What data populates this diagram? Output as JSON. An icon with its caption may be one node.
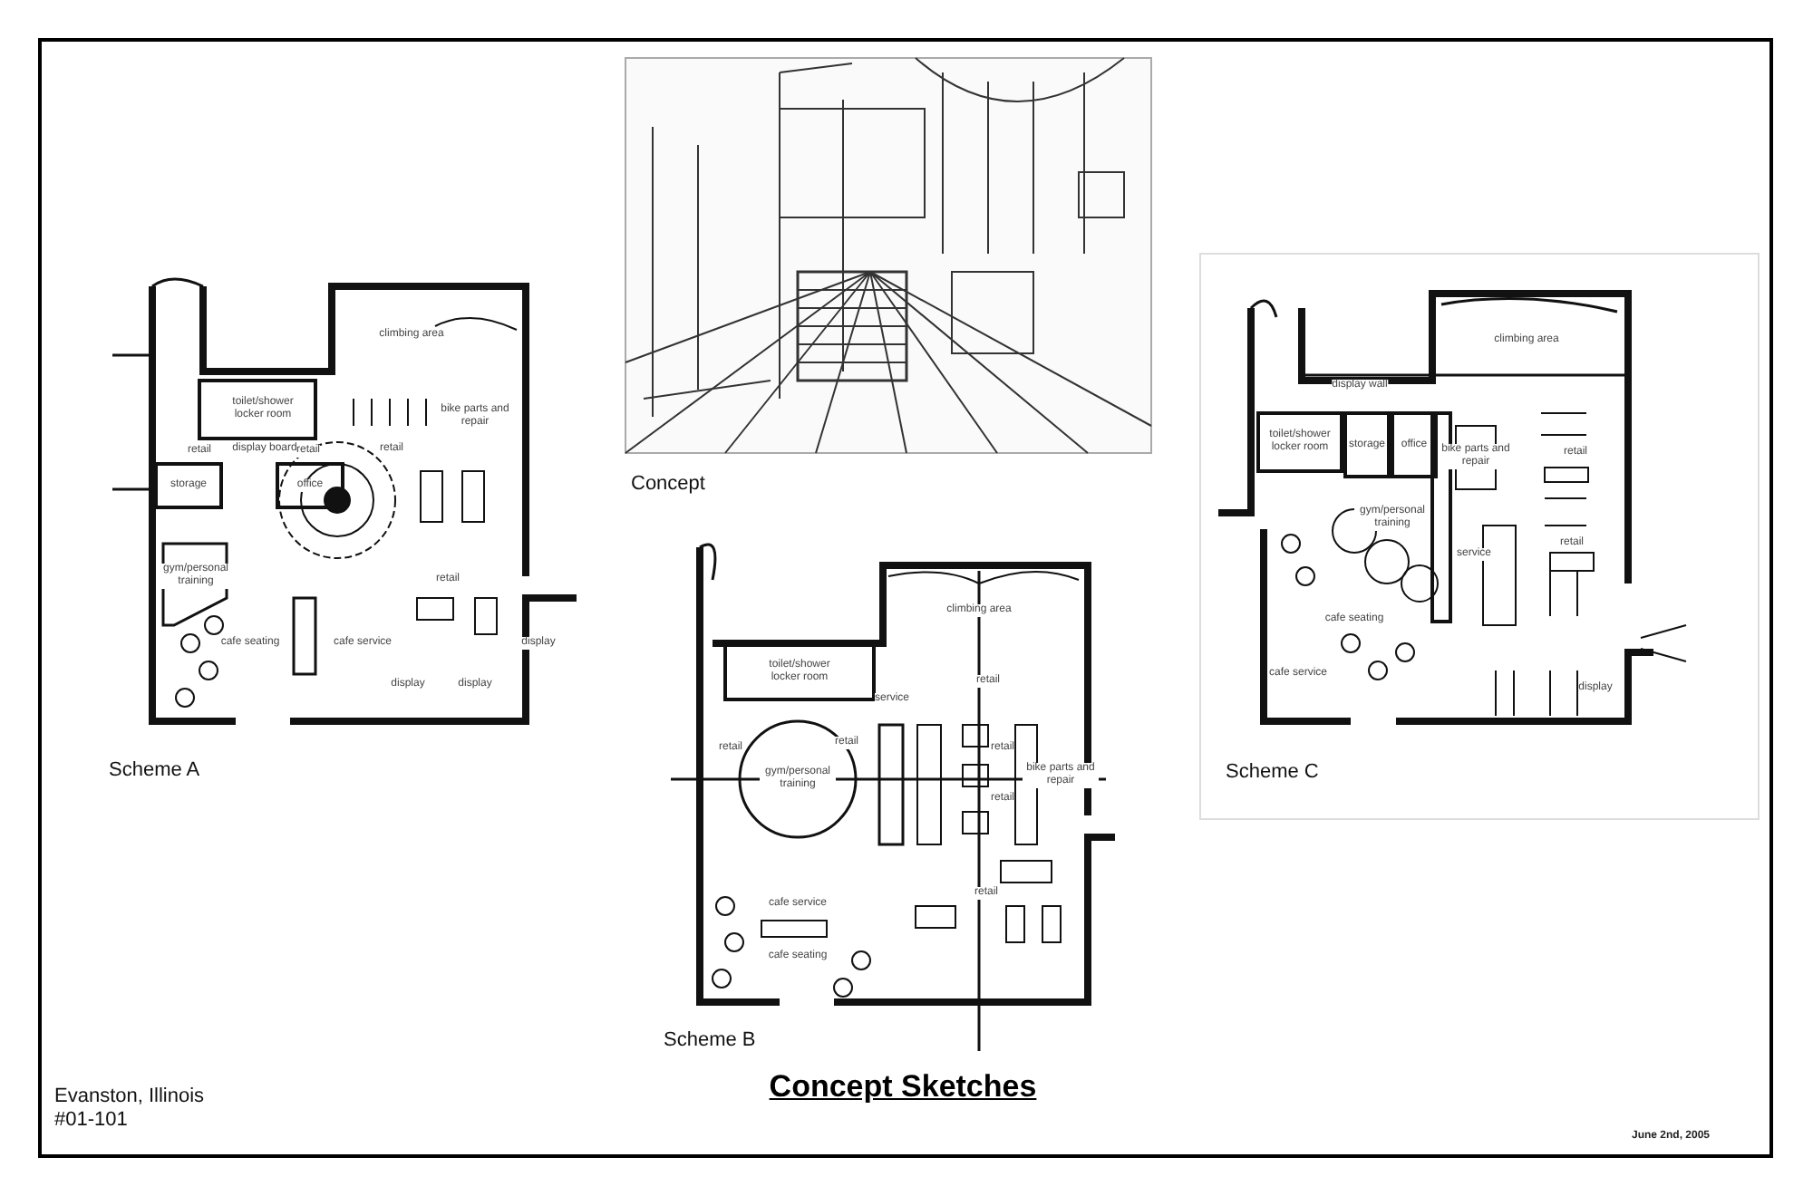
{
  "diagram": {
    "title": "Concept Sketches",
    "labels": [
      "climbing area",
      "toilet/shower locker room",
      "display board",
      "bike parts and repair",
      "retail",
      "retail",
      "retail",
      "storage",
      "office",
      "gym/personal training",
      "retail",
      "cafe seating",
      "cafe service",
      "display",
      "display",
      "display",
      "Scheme A",
      "Concept",
      "climbing area",
      "toilet/shower locker room",
      "retail",
      "retail",
      "retail",
      "gym/personal training",
      "service",
      "retail",
      "retail",
      "bike parts and repair",
      "cafe service",
      "retail",
      "cafe seating",
      "Scheme B",
      "climbing area",
      "display wall",
      "toilet/shower locker room",
      "storage",
      "office",
      "bike parts and repair",
      "retail",
      "gym/personal training",
      "retail",
      "service",
      "cafe seating",
      "cafe service",
      "display",
      "Scheme C",
      "Evanston, Illinois",
      "#01-101",
      "June 2nd, 2005"
    ]
  }
}
